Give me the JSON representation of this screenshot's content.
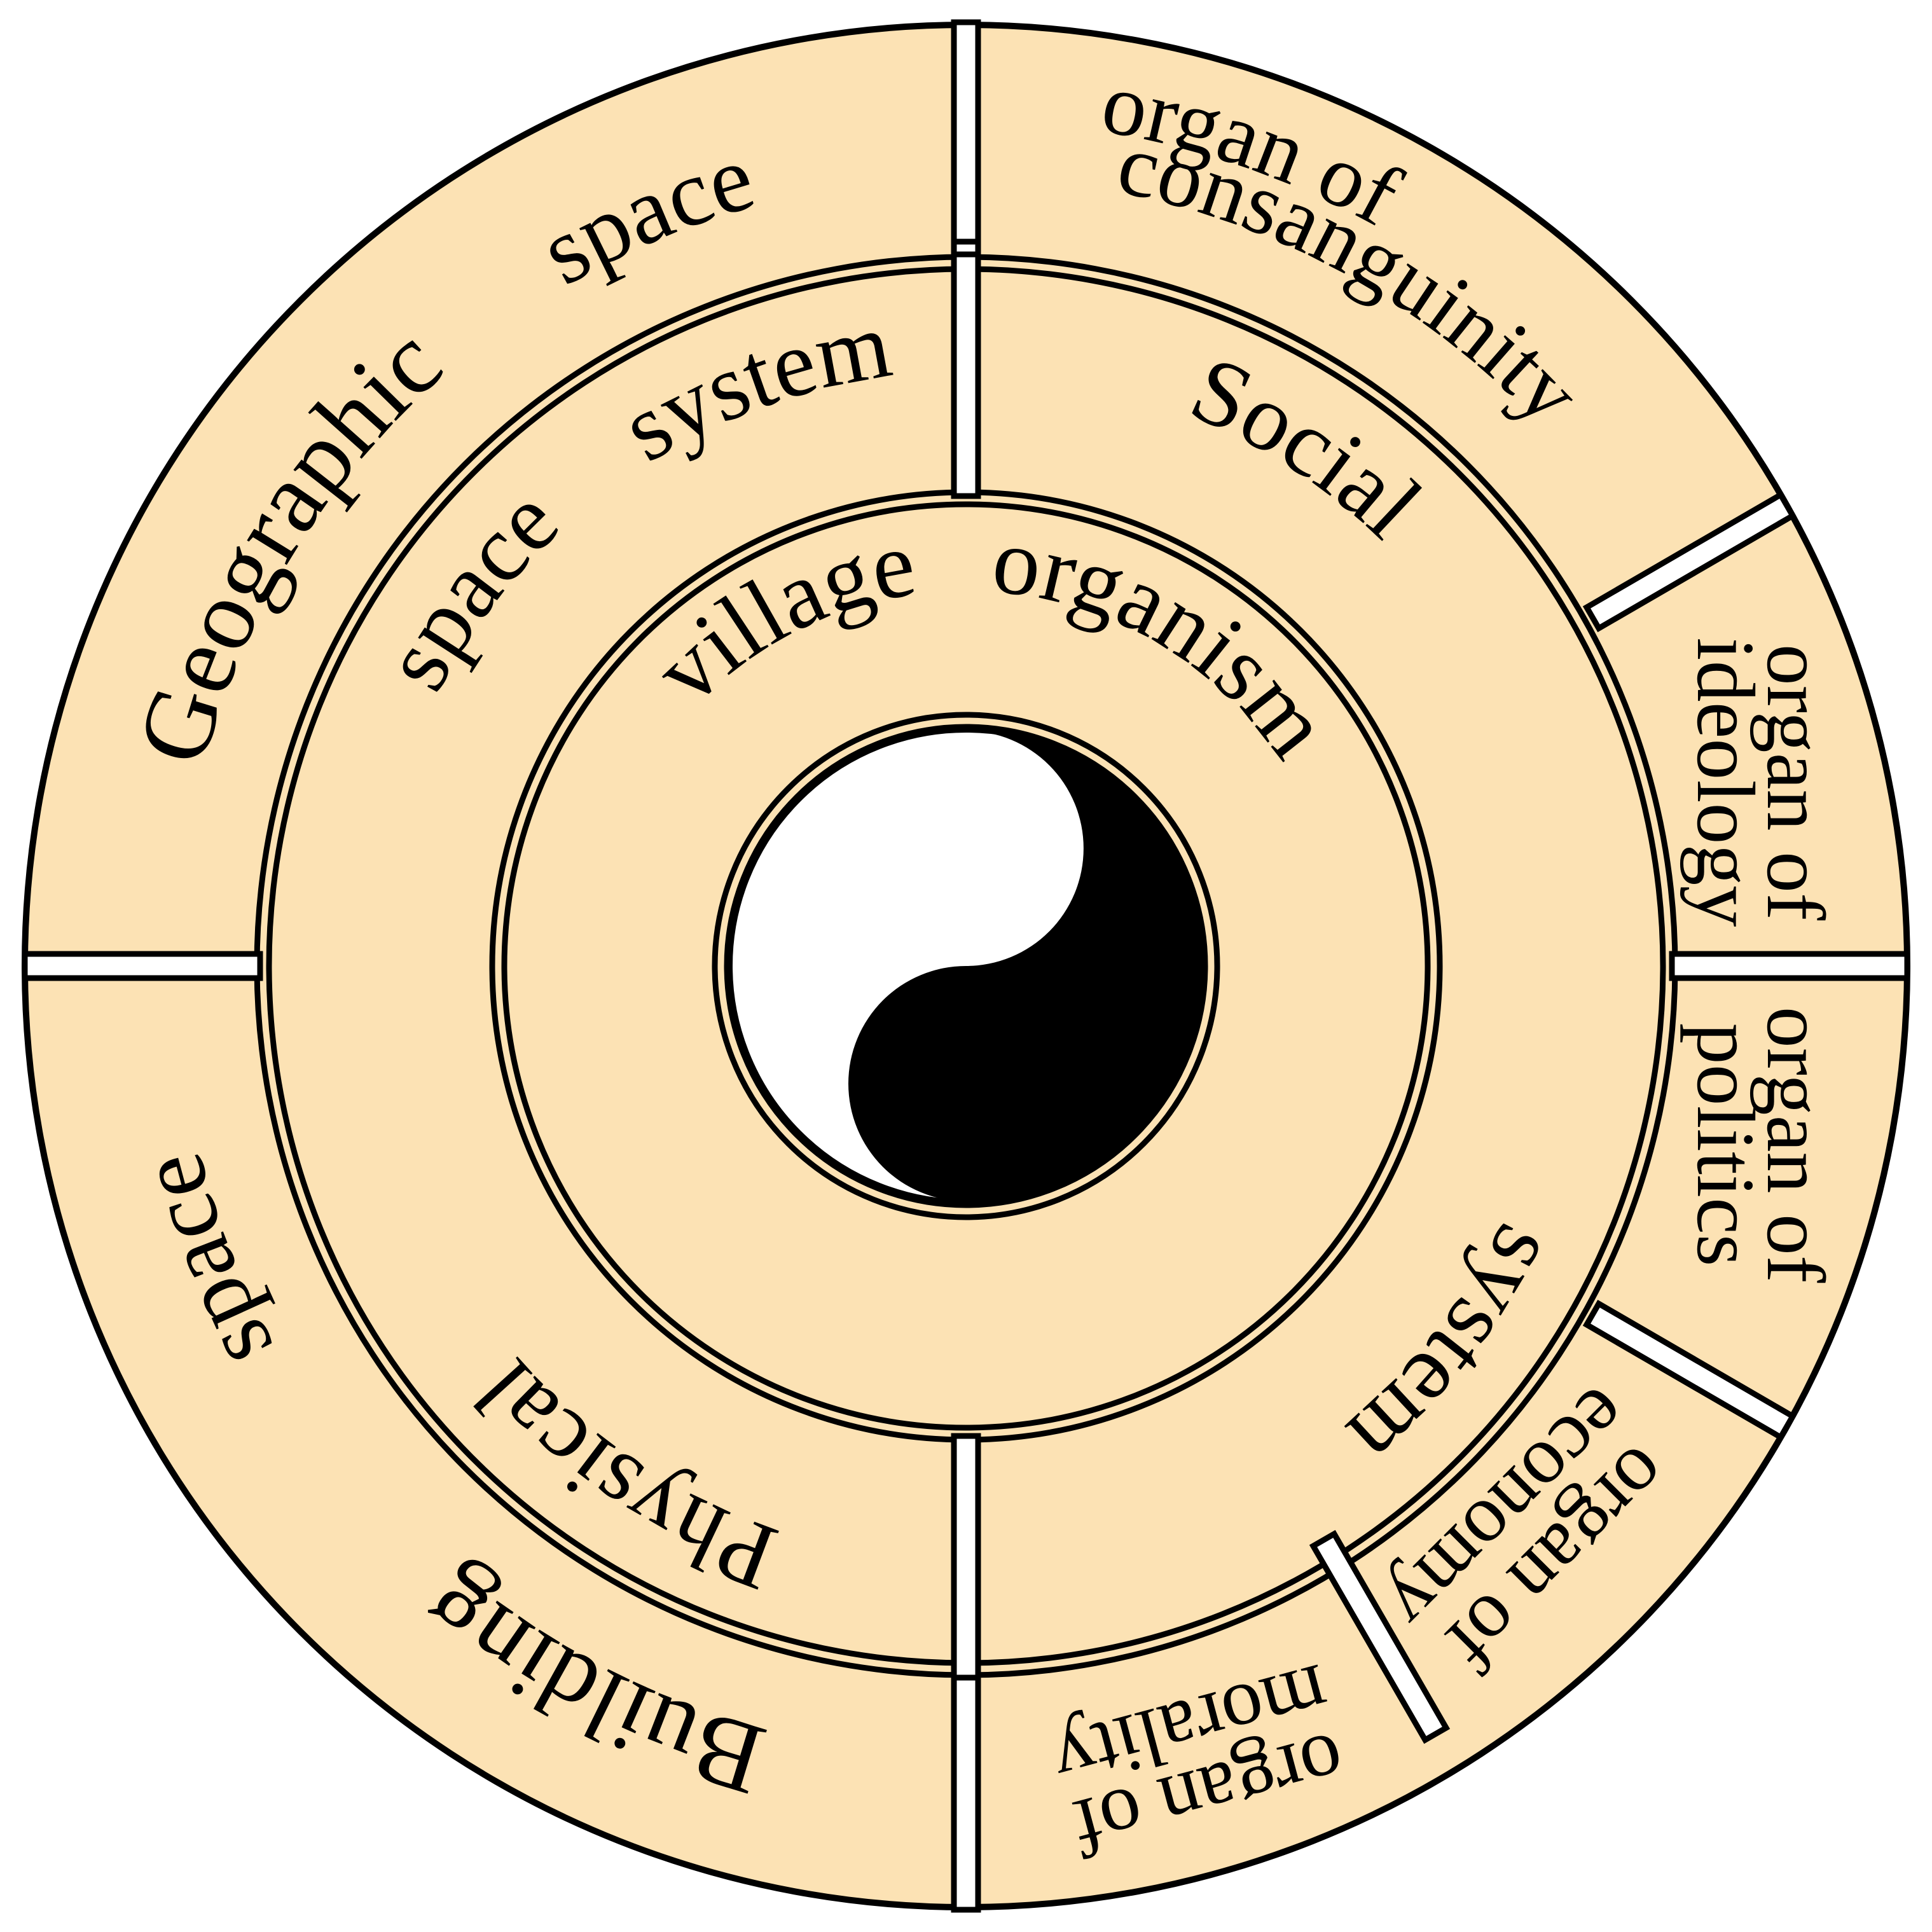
{
  "colors": {
    "fill": "#FCE2B4",
    "stroke": "#000000",
    "yin": "#000000",
    "yang": "#FFFFFF"
  },
  "core": {
    "symbol": "yin-yang",
    "lines": [
      "village",
      "organism"
    ]
  },
  "middle_ring": {
    "physical": [
      "space",
      "system",
      "Physical"
    ],
    "social": [
      "Social",
      "system"
    ]
  },
  "outer_ring": {
    "geographic": [
      "Geographic",
      "space"
    ],
    "building": [
      "Building",
      "space"
    ],
    "consanguinity": [
      "organ of",
      "consanguinity"
    ],
    "ideology": [
      "organ of",
      "ideology"
    ],
    "politics": [
      "organ of",
      "politics"
    ],
    "economy": [
      "organ of",
      "economy"
    ],
    "morality": [
      "organ of",
      "morality"
    ]
  }
}
